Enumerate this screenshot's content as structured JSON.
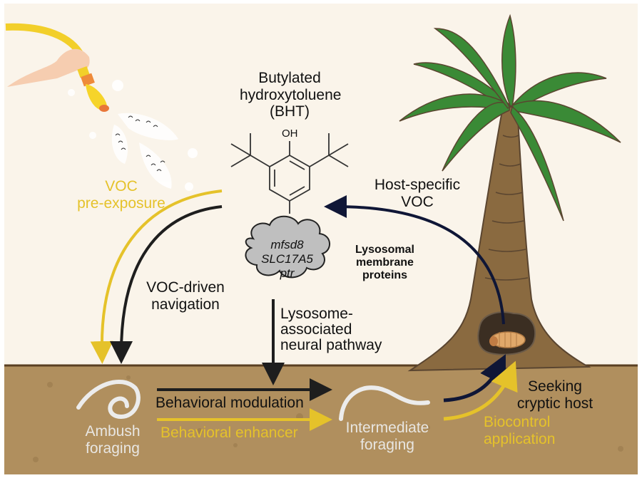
{
  "compound": {
    "name_line1": "Butylated",
    "name_line2": "hydroxytoluene",
    "abbrev": "(BHT)",
    "oh_label": "OH"
  },
  "genes": [
    "mfsd8",
    "SLC17A5",
    "ptr"
  ],
  "labels": {
    "voc_pre_exposure_1": "VOC",
    "voc_pre_exposure_2": "pre-exposure",
    "voc_driven_1": "VOC-driven",
    "voc_driven_2": "navigation",
    "lysosomal_1": "Lysosomal",
    "lysosomal_2": "membrane",
    "lysosomal_3": "proteins",
    "lysosome_path_1": "Lysosome-",
    "lysosome_path_2": "associated",
    "lysosome_path_3": "neural pathway",
    "host_voc_1": "Host-specific",
    "host_voc_2": "VOC",
    "behavioral_modulation": "Behavioral modulation",
    "behavioral_enhancer": "Behavioral enhancer",
    "ambush_1": "Ambush",
    "ambush_2": "foraging",
    "intermediate_1": "Intermediate",
    "intermediate_2": "foraging",
    "seeking_1": "Seeking",
    "seeking_2": "cryptic host",
    "biocontrol_1": "Biocontrol",
    "biocontrol_2": "application"
  },
  "colors": {
    "background": "#faf4ea",
    "soil": "#b08f5e",
    "yellow": "#e5c22a",
    "black": "#1e1e1e",
    "navy": "#0f1636",
    "palm_green": "#3a8a36",
    "trunk": "#8a6a40",
    "cloud": "#bfbfbf",
    "larva": "#e0a86a"
  }
}
